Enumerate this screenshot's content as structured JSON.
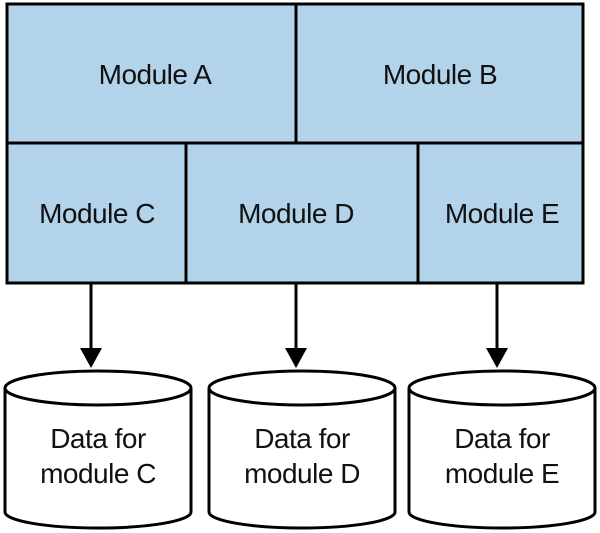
{
  "colors": {
    "module_fill": "#b3d3eb",
    "outline": "#000000",
    "database_fill": "#ffffff"
  },
  "modules": {
    "a": "Module A",
    "b": "Module B",
    "c": "Module C",
    "d": "Module D",
    "e": "Module E"
  },
  "databases": {
    "c": [
      "Data for",
      "module C"
    ],
    "d": [
      "Data for",
      "module D"
    ],
    "e": [
      "Data for",
      "module E"
    ]
  }
}
